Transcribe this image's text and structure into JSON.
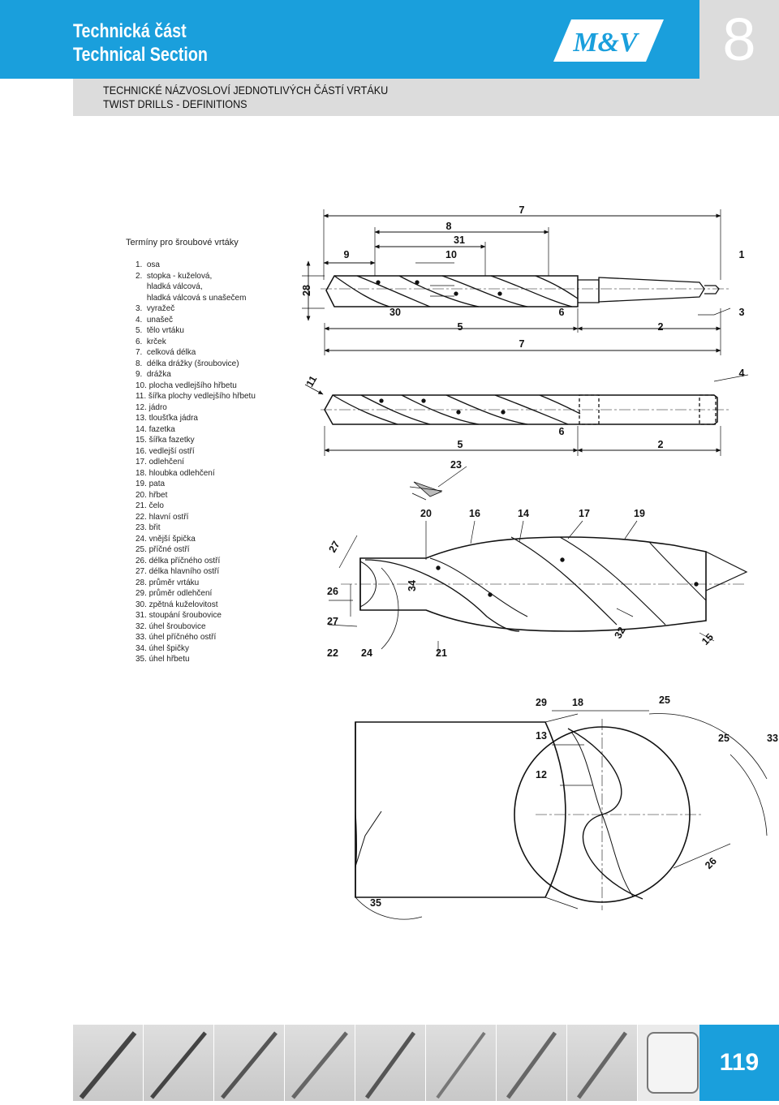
{
  "header": {
    "title_cz": "Technická část",
    "title_en": "Technical Section",
    "logo_text": "M&V",
    "chapter_number": "8"
  },
  "subtitle": {
    "line1": "TECHNICKÉ NÁZVOSLOVÍ JEDNOTLIVÝCH ČÁSTÍ VRTÁKU",
    "line2": "TWIST DRILLS - DEFINITIONS"
  },
  "terms": {
    "heading": "Termíny pro šroubové vrtáky",
    "items": [
      "1.  osa",
      "2.  stopka - kuželová,",
      "     hladká válcová,",
      "     hladká válcová s unašečem",
      "3.  vyražeč",
      "4.  unašeč",
      "5.  tělo vrtáku",
      "6.  krček",
      "7.  celková délka",
      "8.  délka drážky (šroubovice)",
      "9.  drážka",
      "10. plocha vedlejšího hřbetu",
      "11. šířka plochy vedlejšího hřbetu",
      "12. jádro",
      "13. tloušťka jádra",
      "14. fazetka",
      "15. šířka fazetky",
      "16. vedlejší ostří",
      "17. odlehčení",
      "18. hloubka odlehčení",
      "19. pata",
      "20. hřbet",
      "21. čelo",
      "22. hlavní ostří",
      "23. břit",
      "24. vnější špička",
      "25. příčné ostří",
      "26. délka příčného ostří",
      "27. délka hlavního ostří",
      "28. průměr vrtáku",
      "29. průměr odlehčení",
      "30. zpětná kuželovitost",
      "31. stoupání šroubovice",
      "32. úhel šroubovice",
      "33. úhel příčného ostří",
      "34. úhel špičky",
      "35. úhel hřbetu"
    ]
  },
  "diagram_labels": {
    "d1": {
      "l7_top": "7",
      "l8": "8",
      "l31": "31",
      "l9": "9",
      "l10": "10",
      "l1": "1",
      "l28": "28",
      "l30": "30",
      "l6": "6",
      "l3": "3",
      "l5": "5",
      "l2": "2",
      "l7_bot": "7"
    },
    "d2": {
      "l11": "11",
      "l4": "4",
      "l6": "6",
      "l5": "5",
      "l2": "2"
    },
    "d3": {
      "l23": "23",
      "l20": "20",
      "l16": "16",
      "l14": "14",
      "l17": "17",
      "l19": "19",
      "l27a": "27",
      "l26": "26",
      "l34": "34",
      "l27b": "27",
      "l22": "22",
      "l24": "24",
      "l21": "21",
      "l32": "32",
      "l15": "15"
    },
    "d4": {
      "l29": "29",
      "l18": "18",
      "l25a": "25",
      "l13": "13",
      "l25b": "25",
      "l33": "33",
      "l12": "12",
      "l26": "26",
      "l35": "35"
    }
  },
  "footer": {
    "page_number": "119"
  }
}
